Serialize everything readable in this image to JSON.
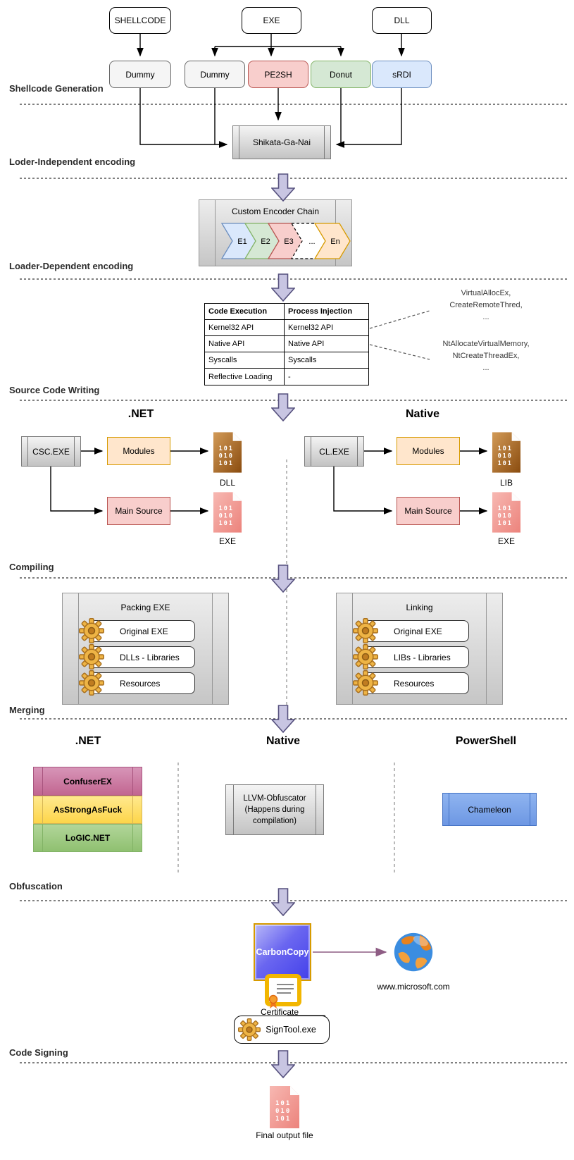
{
  "labels": {
    "s1": "Shellcode Generation",
    "s2": "Loder-Independent encoding",
    "s3": "Loader-Dependent encoding",
    "s4": "Source Code Writing",
    "s5": "Compiling",
    "s6": "Merging",
    "s7": "Obfuscation",
    "s8": "Code Signing"
  },
  "shellcode": {
    "inputs": [
      "SHELLCODE",
      "EXE",
      "DLL"
    ],
    "tools": [
      "Dummy",
      "Dummy",
      "PE2SH",
      "Donut",
      "sRDI"
    ]
  },
  "independent_encoding": {
    "encoder": "Shikata-Ga-Nai"
  },
  "dependent_encoding": {
    "title": "Custom Encoder Chain",
    "stages": [
      "E1",
      "E2",
      "E3",
      "...",
      "En"
    ]
  },
  "source_code": {
    "table": {
      "headers": [
        "Code Execution",
        "Process Injection"
      ],
      "rows": [
        [
          "Kernel32 API",
          "Kernel32 API"
        ],
        [
          "Native API",
          "Native API"
        ],
        [
          "Syscalls",
          "Syscalls"
        ],
        [
          "Reflective Loading",
          "-"
        ]
      ]
    },
    "annotations": {
      "kernel32_apis": [
        "VirtualAllocEx,",
        "CreateRemoteThred,",
        "..."
      ],
      "native_apis": [
        "NtAllocateVirtualMemory,",
        "NtCreateThreadEx,",
        "..."
      ]
    }
  },
  "file_digits": [
    "101",
    "010",
    "101"
  ],
  "compiling": {
    "dotnet": {
      "heading": ".NET",
      "compiler": "CSC.EXE",
      "modules": "Modules",
      "main_source": "Main Source",
      "module_output": "DLL",
      "main_output": "EXE"
    },
    "native": {
      "heading": "Native",
      "compiler": "CL.EXE",
      "modules": "Modules",
      "main_source": "Main Source",
      "module_output": "LIB",
      "main_output": "EXE"
    }
  },
  "merging": {
    "packing": {
      "title": "Packing EXE",
      "items": [
        "Original EXE",
        "DLLs - Libraries",
        "Resources"
      ]
    },
    "linking": {
      "title": "Linking",
      "items": [
        "Original EXE",
        "LIBs - Libraries",
        "Resources"
      ]
    }
  },
  "obfuscation": {
    "dotnet": {
      "heading": ".NET",
      "tools": [
        "ConfuserEX",
        "AsStrongAsFuck",
        "LoGIC.NET"
      ]
    },
    "native": {
      "heading": "Native",
      "tool_lines": [
        "LLVM-Obfuscator",
        "(Happens during",
        "compilation)"
      ]
    },
    "powershell": {
      "heading": "PowerShell",
      "tool": "Chameleon"
    }
  },
  "code_signing": {
    "tool": "CarbonCopy",
    "website": "www.microsoft.com",
    "certificate_label": "Certificate",
    "signer": "SignTool.exe"
  },
  "output": {
    "label": "Final output file"
  },
  "icons": {
    "flow_arrow": "block-arrow-down-icon",
    "gear": "gear-icon",
    "globe": "globe-icon",
    "certificate": "certificate-icon",
    "binary_file": "binary-file-icon"
  },
  "colors": {
    "arrow_fill": "#c8c5e2",
    "arrow_stroke": "#56517e",
    "pe2sh": "#f8cecc",
    "donut": "#d5e8d4",
    "srdi": "#dae8fc",
    "modules": "#ffe6cc",
    "main_source": "#f8cecc",
    "confuserex": "#c26691",
    "asstrongasfuck": "#fdd54a",
    "logicnet": "#8fc070",
    "chameleon": "#6d97e3",
    "carboncopy": "#4340ea",
    "cert_gold": "#f2b600"
  }
}
